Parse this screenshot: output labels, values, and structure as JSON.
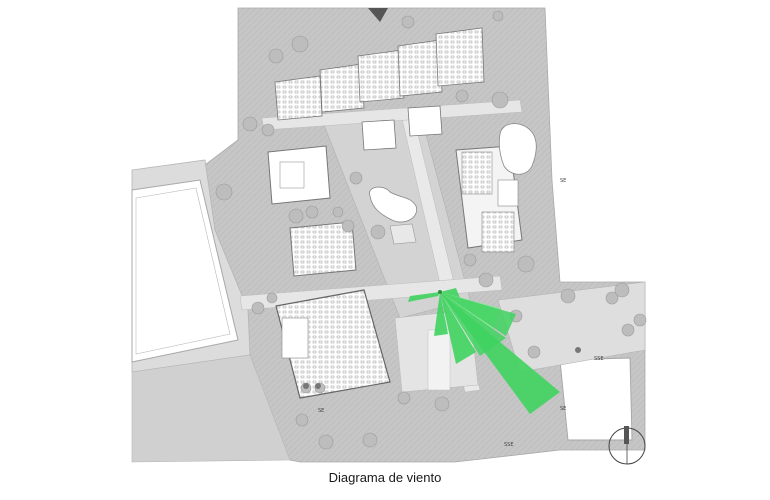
{
  "caption": "Diagrama de viento",
  "map_labels": {
    "label_1": "SE",
    "label_2": "SE",
    "label_3": "SE",
    "label_4": "SSE",
    "label_5": "SSE"
  },
  "colors": {
    "wind_green": "#3fd35f",
    "wind_green_light": "#8fe6a0",
    "land": "#c8c8c8",
    "plaza": "#d2d2d2",
    "path": "#e8e8e8",
    "building": "#ffffff",
    "tree": "#bdbdbd"
  },
  "icons": {
    "north_arrow": "north-arrow-icon"
  }
}
